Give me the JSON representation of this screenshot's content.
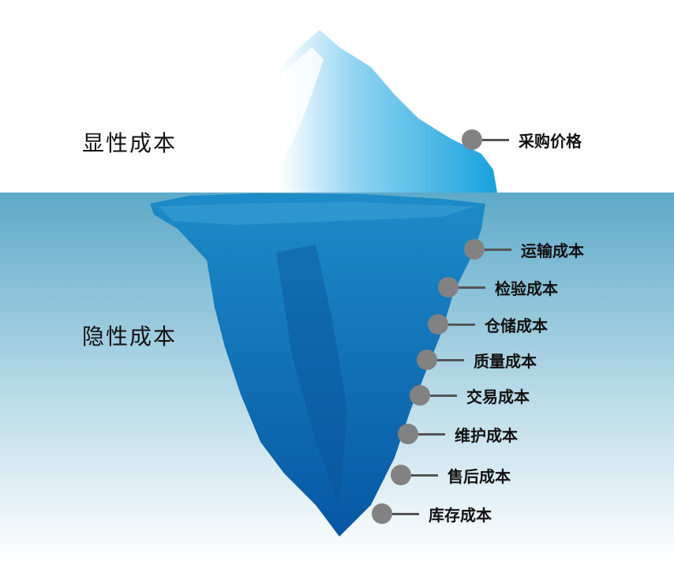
{
  "visible_label": "显性成本",
  "hidden_label": "隐性成本",
  "visible_items": [
    "采购价格"
  ],
  "hidden_items": [
    "运输成本",
    "检验成本",
    "仓储成本",
    "质量成本",
    "交易成本",
    "维护成本",
    "售后成本",
    "库存成本"
  ],
  "colors": {
    "water_top": "#5ea9c9",
    "water_bottom": "#ffffff",
    "ice_deep": "#0a5fa8",
    "ice_light": "#1aa4dc",
    "marker": "#828282"
  }
}
